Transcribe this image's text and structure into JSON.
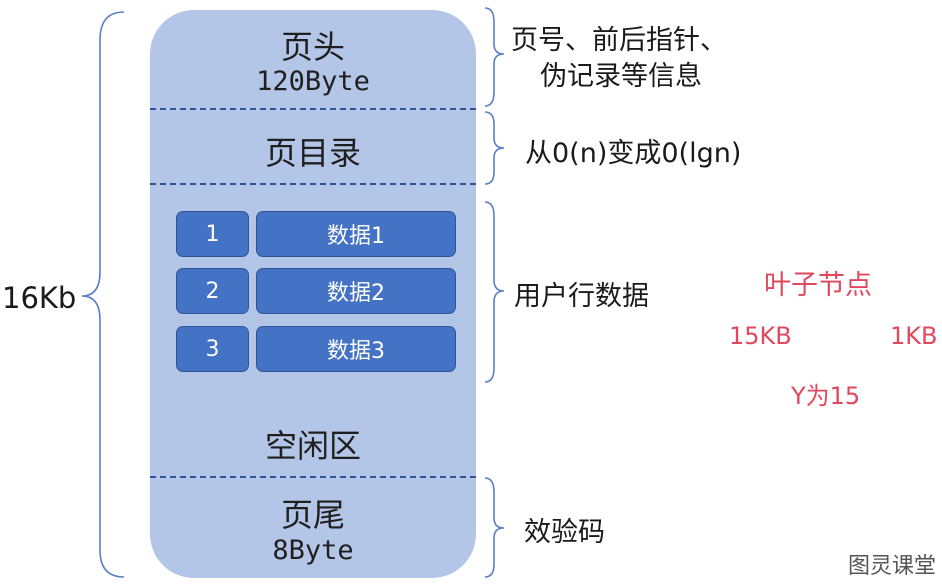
{
  "page": {
    "header_title": "页头",
    "header_size": "120Byte",
    "directory_title": "页目录",
    "rows": [
      {
        "num": "1",
        "label": "数据1"
      },
      {
        "num": "2",
        "label": "数据2"
      },
      {
        "num": "3",
        "label": "数据3"
      }
    ],
    "free_title": "空闲区",
    "trailer_title": "页尾",
    "trailer_size": "8Byte"
  },
  "left_label": "16Kb",
  "annotations": {
    "header_line1": "页号、前后指针、",
    "header_line2": "伪记录等信息",
    "directory": "从0(n)变成0(lgn)",
    "rows": "用户行数据",
    "trailer": "效验码"
  },
  "notes": {
    "leaf": "叶子节点",
    "left_size": "15KB",
    "right_size": "1KB",
    "y": "Y为15"
  },
  "watermark": "图灵课堂",
  "colors": {
    "page_fill": "#b4c6e7",
    "divider": "#2f5597",
    "row_fill": "#4472c4",
    "brace": "#5b7fc7",
    "note_text": "#e0485e"
  }
}
